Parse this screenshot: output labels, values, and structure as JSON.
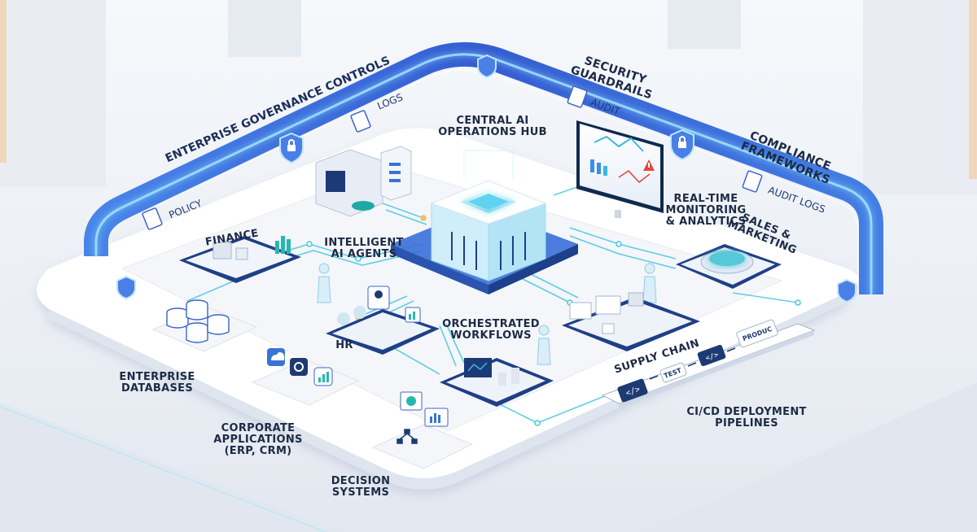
{
  "rail": {
    "governance_controls": "ENTERPRISE GOVERNANCE CONTROLS",
    "security_guardrails": [
      "SECURITY",
      "GUARDRAILS"
    ],
    "compliance_frameworks": [
      "COMPLIANCE",
      "FRAMEWORKS"
    ]
  },
  "rail_chips": {
    "policy": "POLICY",
    "logs": "LOGS",
    "audit": "AUDIT",
    "audit_logs": "AUDIT LOGS"
  },
  "nodes": {
    "central_hub": [
      "CENTRAL AI",
      "OPERATIONS HUB"
    ],
    "monitoring": [
      "REAL-TIME",
      "MONITORING",
      "& ANALYTICS"
    ],
    "sales": [
      "SALES &",
      "MARKETING"
    ],
    "finance": "FINANCE",
    "agents": [
      "INTELLIGENT",
      "AI AGENTS"
    ],
    "hr": "HR",
    "workflows": [
      "ORCHESTRATED",
      "WORKFLOWS"
    ],
    "supply_chain": "SUPPLY CHAIN",
    "databases": [
      "ENTERPRISE",
      "DATABASES"
    ],
    "applications": [
      "CORPORATE",
      "APPLICATIONS",
      "(ERP, CRM)"
    ],
    "decision": [
      "DECISION",
      "SYSTEMS"
    ],
    "cicd": [
      "CI/CD DEPLOYMENT",
      "PIPELINES"
    ]
  },
  "pipeline_stages": {
    "test": "TEST",
    "prod": "PRODUC"
  },
  "colors": {
    "rail_blue": "#2f5fd6",
    "accent_cyan": "#35c7e6",
    "platform": "#ffffff",
    "background": "#eef1f6",
    "label": "#1c2a44",
    "teal": "#1fa9a6",
    "alert_red": "#e04a3a"
  },
  "icons": [
    "shield-lock-icon",
    "document-icon",
    "cloud-icon",
    "gear-icon",
    "chart-icon",
    "code-icon",
    "warning-icon",
    "sparkle-icon"
  ]
}
